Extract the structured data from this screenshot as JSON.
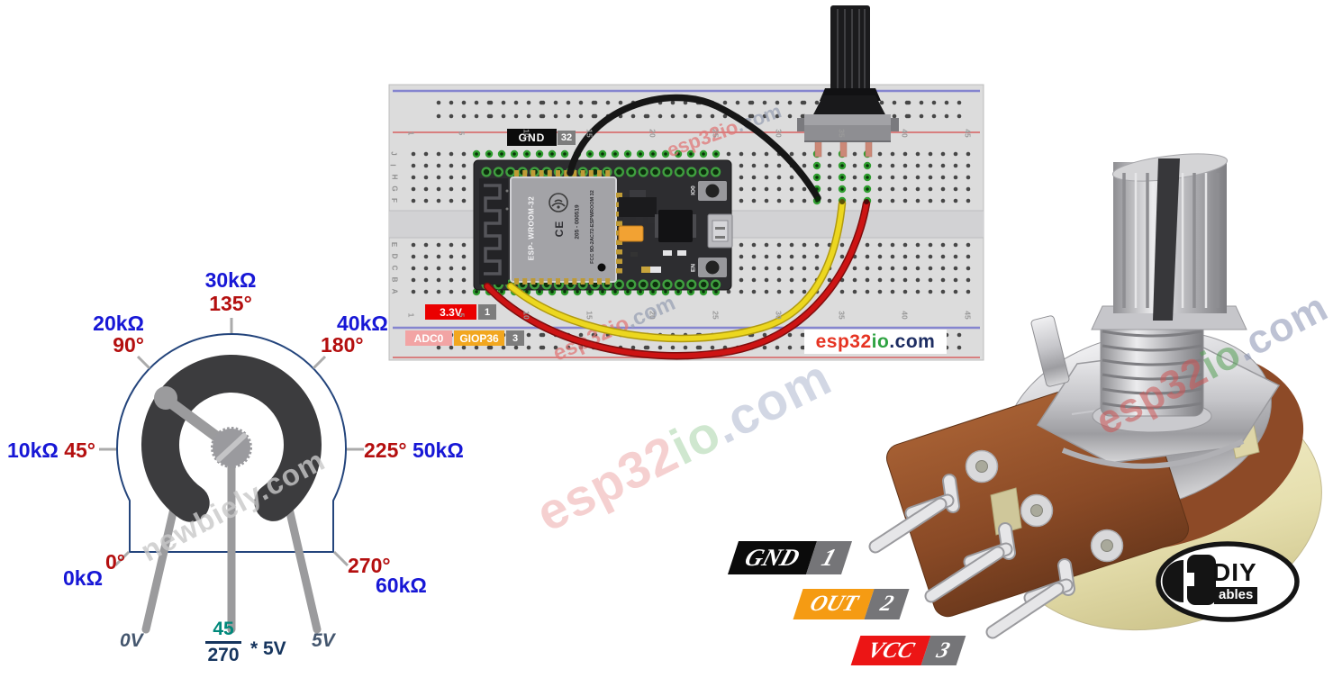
{
  "dial": {
    "top": {
      "res": "30kΩ",
      "deg": "135°"
    },
    "upper_left": {
      "res": "20kΩ",
      "deg": "90°"
    },
    "upper_right": {
      "res": "40kΩ",
      "deg": "180°"
    },
    "left": {
      "res": "10kΩ",
      "deg": "45°"
    },
    "right": {
      "res": "50kΩ",
      "deg": "225°"
    },
    "bottom_left": {
      "res": "0kΩ",
      "deg": "0°"
    },
    "bottom_right": {
      "res": "60kΩ",
      "deg": "270°"
    },
    "pin_left": "0V",
    "pin_right": "5V",
    "formula": {
      "numerator": "45",
      "denominator": "270",
      "multiplier": "* 5V"
    }
  },
  "breadboard": {
    "column_numbers": [
      "1",
      "5",
      "10",
      "15",
      "20",
      "25",
      "30",
      "35",
      "40",
      "45"
    ],
    "row_letters": [
      "J",
      "I",
      "H",
      "G",
      "F",
      "E",
      "D",
      "C",
      "B",
      "A"
    ],
    "gnd_label": "GND",
    "gnd_pin": "32",
    "v33_label": "3.3V",
    "v33_pin": "1",
    "adc_label": "ADC0",
    "gpio_label": "GIOP36",
    "gpio_pin": "3",
    "brand": {
      "p1": "esp32",
      "p2": "io",
      "p3": ".com"
    }
  },
  "esp32": {
    "shield_text": "ESP- WROOM-32",
    "ce_text": "CE",
    "cert_text": "205 - 000519",
    "fcc_text": "FCC 9D-2AC72-ESPWROOM 32",
    "boot_button": "IO0",
    "en_button": "EN"
  },
  "pot_photo": {
    "pin1_label": "GND",
    "pin1_num": "1",
    "pin2_label": "OUT",
    "pin2_num": "2",
    "pin3_label": "VCC",
    "pin3_num": "3",
    "logo_diy": "DIY",
    "logo_ables": "ables"
  },
  "watermarks": {
    "brand_p1": "esp32",
    "brand_p2": "io",
    "brand_p3": ".com",
    "newbiely": "newbiely.com"
  },
  "colors": {
    "blue": "#1717d6",
    "red": "#b40f0f",
    "teal": "#00897b",
    "navy": "#16355e",
    "wire_black": "#161616",
    "wire_yellow": "#ecd71f",
    "wire_red": "#cd1414",
    "label_red": "#ea0000",
    "label_pink": "#f2a4a4",
    "label_amber": "#f2a71f",
    "label_gray": "#7d7d7d",
    "pin_black": "#0b0b0b",
    "pin_orange": "#f59b13",
    "pin_red": "#ec1515",
    "pin_gray": "#757578",
    "brand_red": "#e63322",
    "brand_green": "#2fa342",
    "brand_navy": "#1d2d62"
  }
}
